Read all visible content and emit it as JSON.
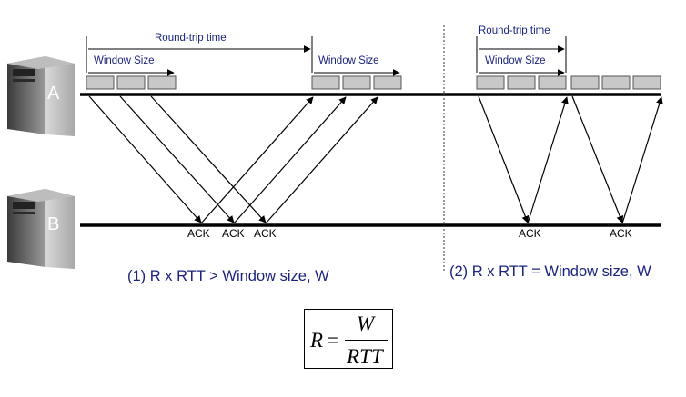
{
  "servers": [
    {
      "id": "A",
      "label": "A"
    },
    {
      "id": "B",
      "label": "B"
    }
  ],
  "panels": [
    {
      "round_trip_label": "Round-trip time",
      "window_label": "Window Size",
      "window_label_2": "Window Size",
      "ack_labels": [
        "ACK",
        "ACK",
        "ACK"
      ],
      "caption": "(1) R x RTT > Window size, W"
    },
    {
      "round_trip_label": "Round-trip time",
      "window_label": "Window Size",
      "ack_labels": [
        "ACK",
        "ACK"
      ],
      "caption": "(2) R x RTT = Window size, W"
    }
  ],
  "formula": {
    "lhs": "R",
    "equals": "=",
    "numerator": "W",
    "denominator": "RTT"
  },
  "colors": {
    "packet_fill": "#c8c8c8",
    "packet_stroke": "#555555",
    "label_blue": "#1a237e",
    "line": "#000000"
  }
}
